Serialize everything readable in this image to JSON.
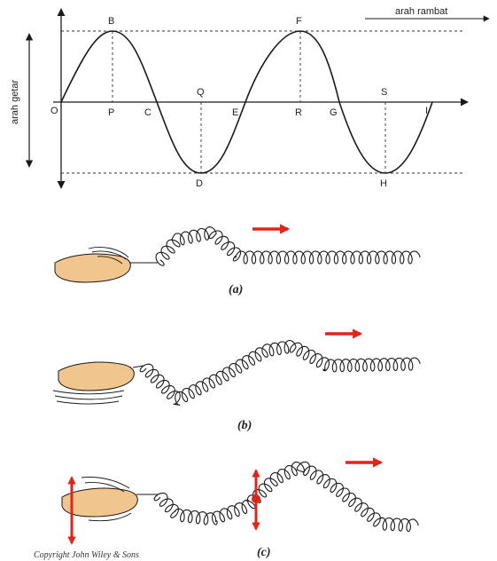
{
  "wave_diagram": {
    "propagation_label": "arah rambat",
    "vibration_label": "arah getar",
    "point_labels": {
      "O": "O",
      "B": "B",
      "P": "P",
      "C": "C",
      "Q": "Q",
      "D": "D",
      "E": "E",
      "F": "F",
      "R": "R",
      "G": "G",
      "S": "S",
      "H": "H",
      "I": "I"
    }
  },
  "panels": [
    {
      "id": "a",
      "caption": "(a)"
    },
    {
      "id": "b",
      "caption": "(b)"
    },
    {
      "id": "c",
      "caption": "(c)"
    }
  ],
  "copyright": "Copyright John Wiley & Sons",
  "colors": {
    "arrow_red": "#e0261b",
    "skin": "#f0c68e",
    "skin_shadow": "#c9935a",
    "ink": "#1a1a1a"
  }
}
